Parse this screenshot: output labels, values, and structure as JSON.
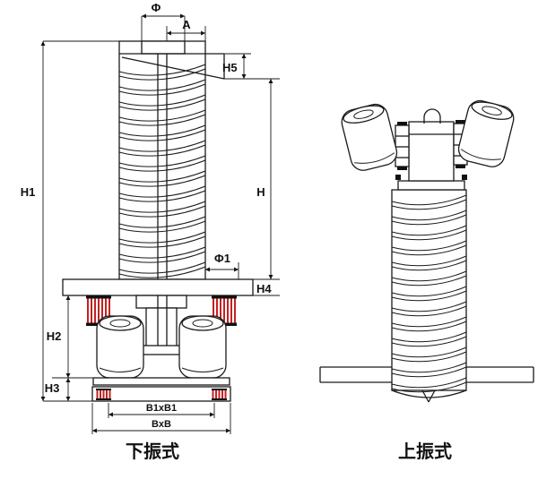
{
  "left": {
    "labels": {
      "phi": "Φ",
      "a": "A",
      "h5": "H5",
      "h1": "H1",
      "h": "H",
      "phi1": "Φ1",
      "h4": "H4",
      "h2": "H2",
      "h3": "H3",
      "b1xb1": "B1xB1",
      "bxb": "BxB"
    },
    "caption": "下振式"
  },
  "right": {
    "caption": "上振式"
  },
  "colors": {
    "line": "#1a1a1a",
    "spring": "#c42222",
    "background": "#ffffff"
  }
}
